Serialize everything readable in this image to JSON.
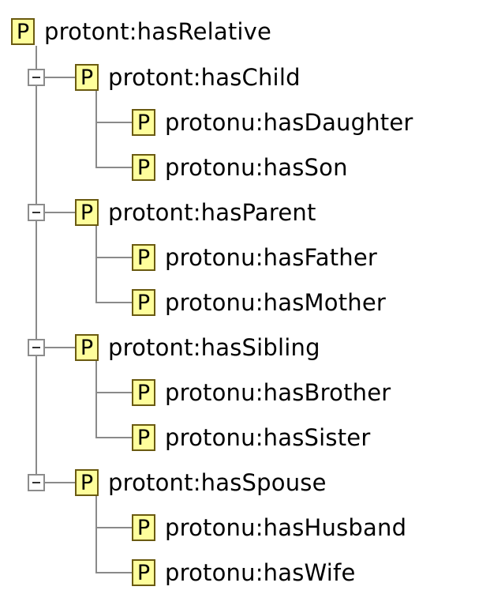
{
  "icon_letter": "P",
  "colors": {
    "icon_fill": "#fefe9c",
    "icon_border": "#6a5a10",
    "connector": "#8a8a8a"
  },
  "root": {
    "label": "protont:hasRelative"
  },
  "groups": [
    {
      "label": "protont:hasChild",
      "children": [
        "protonu:hasDaughter",
        "protonu:hasSon"
      ]
    },
    {
      "label": "protont:hasParent",
      "children": [
        "protonu:hasFather",
        "protonu:hasMother"
      ]
    },
    {
      "label": "protont:hasSibling",
      "children": [
        "protonu:hasBrother",
        "protonu:hasSister"
      ]
    },
    {
      "label": "protont:hasSpouse",
      "children": [
        "protonu:hasHusband",
        "protonu:hasWife"
      ]
    }
  ]
}
